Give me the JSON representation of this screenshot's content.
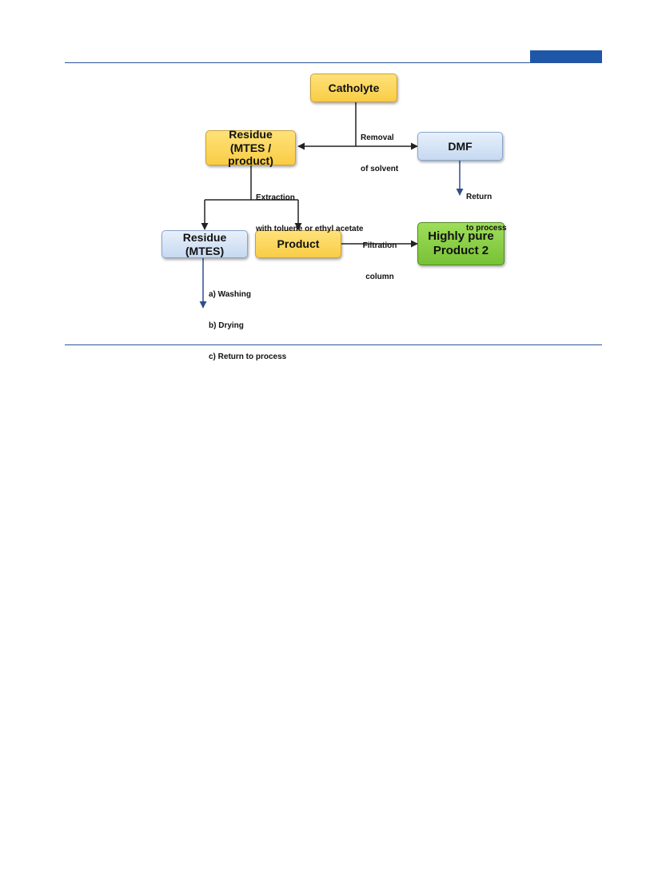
{
  "nodes": {
    "catholyte": "Catholyte",
    "residue_mtes_product_line1": "Residue",
    "residue_mtes_product_line2": "(MTES / product)",
    "dmf": "DMF",
    "residue_mtes": "Residue (MTES)",
    "product": "Product",
    "highly_pure_line1": "Highly pure",
    "highly_pure_line2": "Product 2"
  },
  "labels": {
    "removal_line1": "Removal",
    "removal_line2": "of solvent",
    "return_line1": "Return",
    "return_line2": "to process",
    "extraction_line1": "Extraction",
    "extraction_line2": "with toluene or ethyl acetate",
    "filtration_line1": "Filtration",
    "filtration_line2": "column",
    "washing": "a) Washing",
    "drying": "b) Drying",
    "return_step": "c) Return to process"
  },
  "colors": {
    "yellow_box": "#f9cc45",
    "blue_box": "#c6d9f1",
    "green_box": "#78c136",
    "rule": "#2b5597",
    "header_tab": "#1f57a8",
    "output_arrow": "#2b4f8f"
  }
}
